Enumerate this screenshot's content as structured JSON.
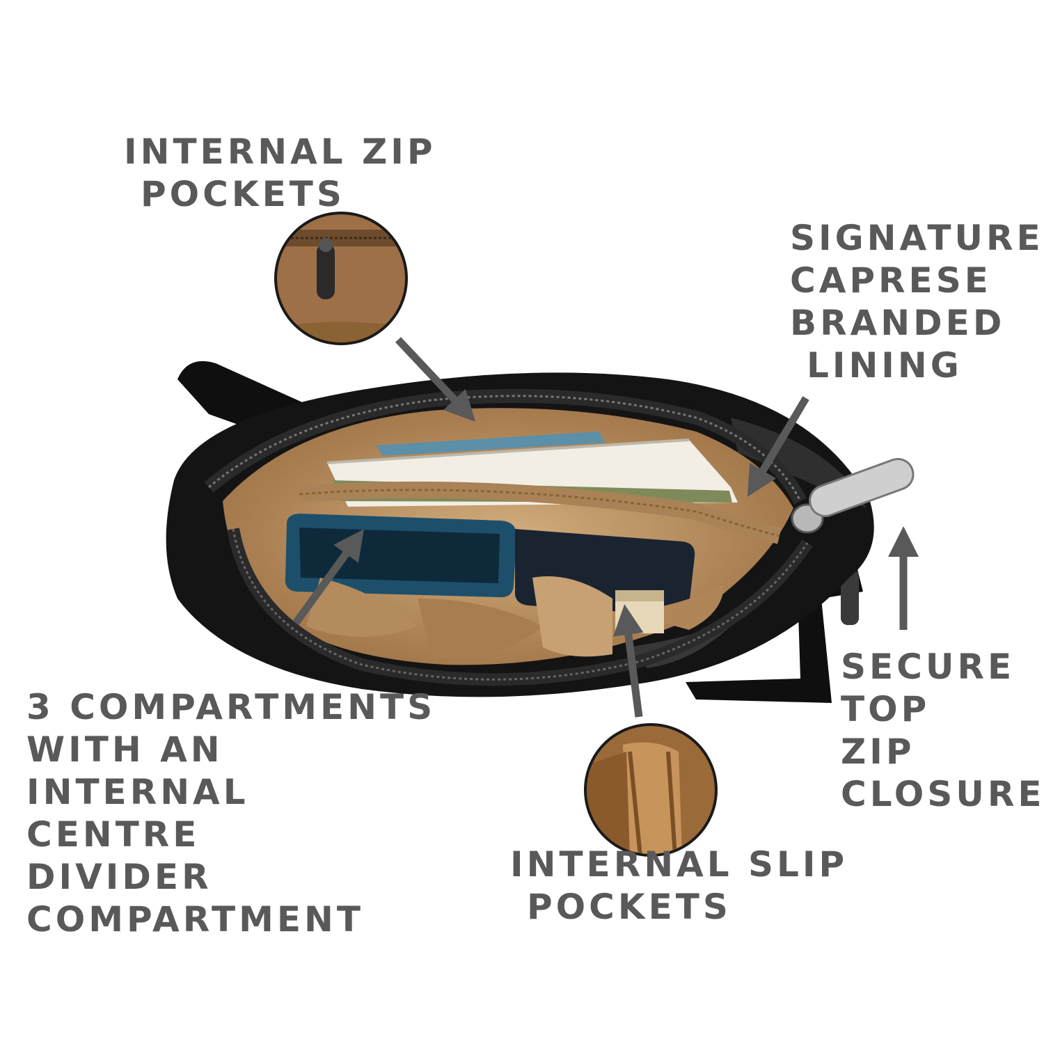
{
  "colors": {
    "text": "#595959",
    "arrow": "#595959",
    "bag_black": "#141414",
    "lining_tan": "#c19a6b",
    "lining_dark": "#8a6233",
    "zipper_metal": "#c9c9c9"
  },
  "callouts": {
    "internal_zip": {
      "lines": [
        "INTERNAL ZIP",
        "POCKETS"
      ]
    },
    "signature_lining": {
      "lines": [
        "SIGNATURE",
        "CAPRESE",
        "BRANDED",
        "LINING"
      ]
    },
    "compartments": {
      "lines": [
        "3 COMPARTMENTS",
        "WITH AN",
        "INTERNAL",
        "CENTRE",
        "DIVIDER",
        "COMPARTMENT"
      ]
    },
    "slip_pockets": {
      "lines": [
        "INTERNAL SLIP",
        "POCKETS"
      ]
    },
    "top_zip": {
      "lines": [
        "SECURE",
        "TOP",
        "ZIP",
        "CLOSURE"
      ]
    }
  },
  "icons": {
    "zip_pocket_closeup": "zip-pocket-closeup-icon",
    "slip_pocket_closeup": "slip-pocket-closeup-icon",
    "bag": "open-sling-bag-photo"
  }
}
